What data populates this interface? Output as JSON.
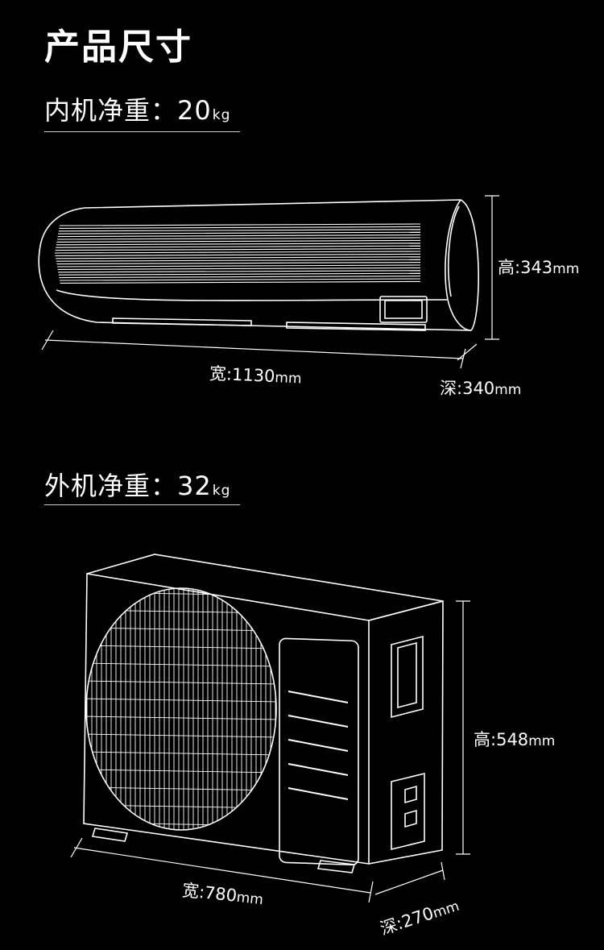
{
  "page": {
    "title": "产品尺寸"
  },
  "indoor": {
    "weight_label": "内机净重：",
    "weight_value": "20",
    "weight_unit": "kg",
    "height_label": "高:",
    "height_value": "343",
    "width_label": "宽:",
    "width_value": "1130",
    "depth_label": "深:",
    "depth_value": "340",
    "dim_unit": "mm"
  },
  "outdoor": {
    "weight_label": "外机净重：",
    "weight_value": "32",
    "weight_unit": "kg",
    "height_label": "高:",
    "height_value": "548",
    "width_label": "宽:",
    "width_value": "780",
    "depth_label": "深:",
    "depth_value": "270",
    "dim_unit": "mm"
  },
  "colors": {
    "background": "#000000",
    "line": "#ffffff",
    "text": "#ffffff"
  },
  "icons": {
    "indoor_unit": "indoor-ac-unit-illustration",
    "outdoor_unit": "outdoor-ac-unit-illustration"
  }
}
